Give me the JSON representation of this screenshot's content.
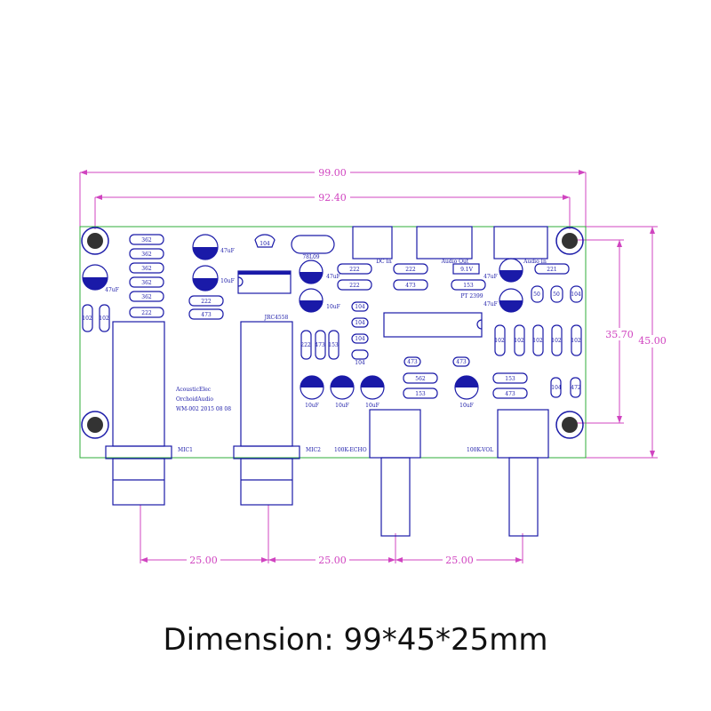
{
  "dimensions": {
    "board_width": "99.00",
    "hole_span": "92.40",
    "hole_height": "35.70",
    "board_height": "45.00",
    "spacing_1": "25.00",
    "spacing_2": "25.00",
    "spacing_3": "25.00"
  },
  "resistors_left": [
    "362",
    "362",
    "362",
    "362",
    "362",
    "222"
  ],
  "labels": {
    "cap_47uF_a": "47uF",
    "cap_47uF_b": "47uF",
    "cap_10uF_a": "10uF",
    "cap_47uF_c": "47uF",
    "cap_10uF_b": "10uF",
    "cap_47uF_d": "47uF",
    "cap_47uF_e": "47uF",
    "ic_small": "104",
    "reg": "78L09",
    "r_222_a": "222",
    "r_222_b": "222",
    "r_222_c": "222",
    "r_473_a": "473",
    "dc_in": "DC In",
    "audio_out": "Audio Out",
    "audio_in": "Audio In",
    "chip_label": "PT 2399",
    "r_153": "153",
    "r_221": "221",
    "opamp": "JRC4558",
    "c_104_a": "104",
    "c_104_b": "104",
    "c_104_c": "104",
    "c_104_d": "104",
    "r_473_b": "473",
    "r_473_c": "473",
    "r_562": "562",
    "r_153_b": "153",
    "r_153_c": "153",
    "r_473_d": "473",
    "r_222_v1": "222",
    "r_473_v": "473",
    "r_153_v": "153",
    "r_102_a": "102",
    "r_102_b": "102",
    "r_102_c": "102",
    "r_102_d": "102",
    "r_102_e": "102",
    "r_102_f": "102",
    "r_102_g": "102",
    "c_10uF_1": "10uF",
    "c_10uF_2": "10uF",
    "c_10uF_3": "10uF",
    "c_10uF_4": "10uF",
    "silk_1": "AcousticElec",
    "silk_2": "OrchoidAudio",
    "silk_3": "WM-002 2015 08 08",
    "mic1": "MIC1",
    "mic2": "MIC2",
    "echo": "100K-ECHO",
    "vol": "100K-VOL",
    "r_50_a": "50",
    "r_50_b": "50",
    "r_104_v": "104",
    "r_104_bot": "104",
    "r_472": "472",
    "jumper": "9.1V"
  },
  "caption": "Dimension: 99*45*25mm",
  "colors": {
    "board_outline": "#2fae3a",
    "parts": "#1a1aa8",
    "dimension": "#d044c0",
    "hole": "#333333"
  }
}
